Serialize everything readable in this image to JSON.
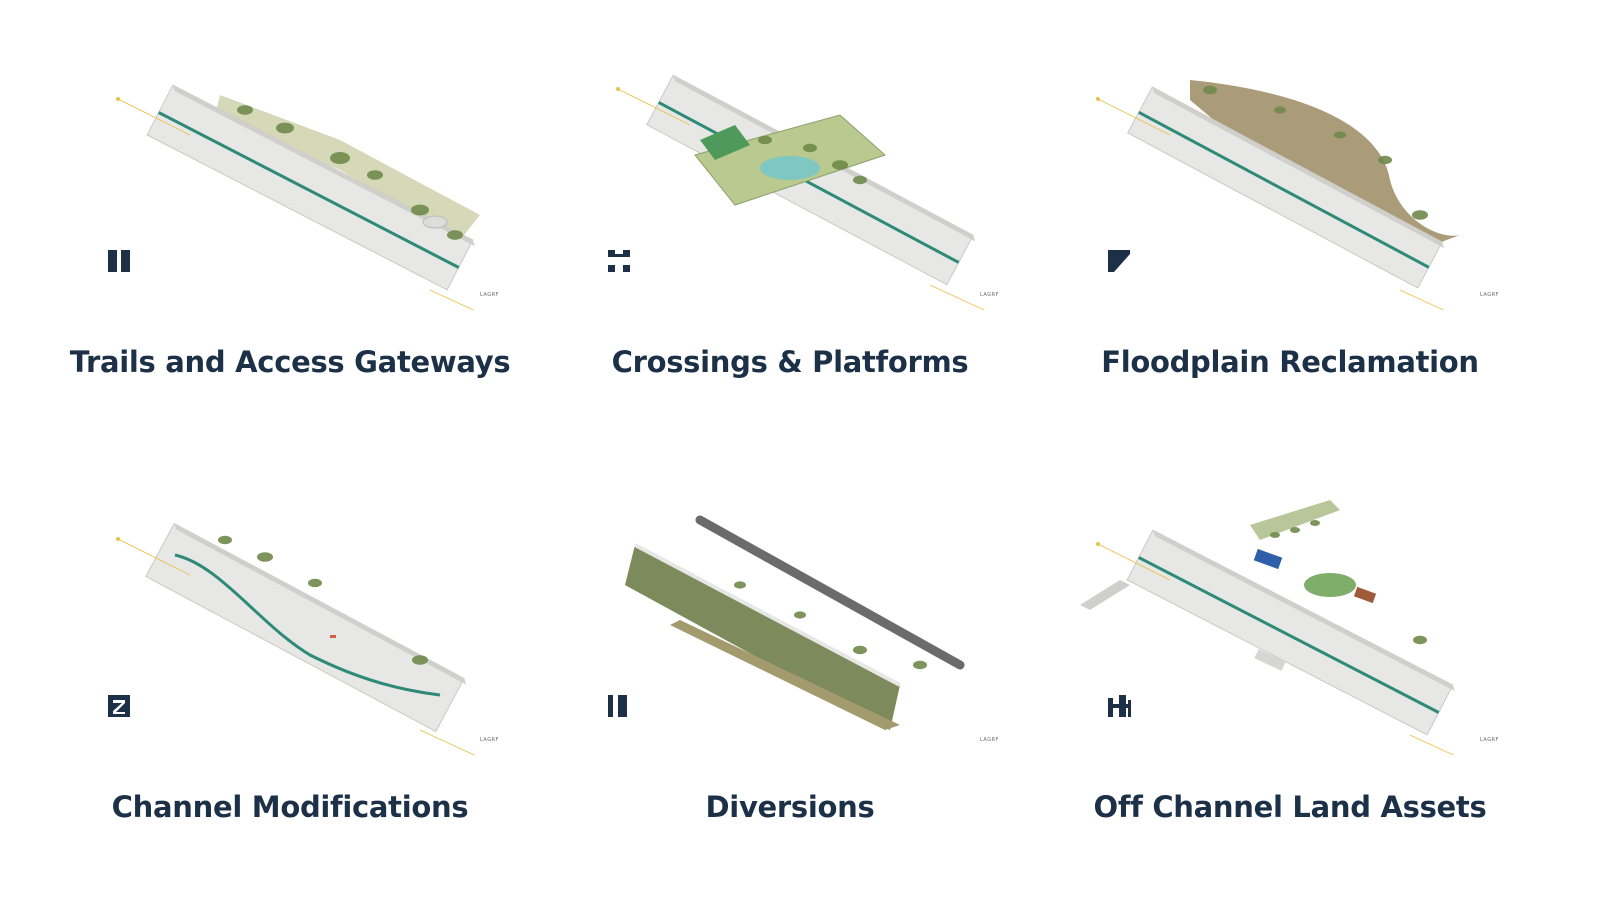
{
  "colors": {
    "title": "#1c3147",
    "concrete": "#e7e7e5",
    "channel": "#2e8a78",
    "vegetation": "#6f8a4a",
    "water": "#7fc8c2",
    "meadow": "#9b8a62",
    "annotation": "#e8c24a"
  },
  "panels": [
    {
      "title": "Trails and Access Gateways",
      "icon": "pause-bars-icon",
      "logo": "LAGRF"
    },
    {
      "title": "Crossings & Platforms",
      "icon": "corner-frame-icon",
      "logo": "LAGRF"
    },
    {
      "title": "Floodplain Reclamation",
      "icon": "slant-corner-icon",
      "logo": "LAGRF"
    },
    {
      "title": "Channel Modifications",
      "icon": "z-square-icon",
      "logo": "LAGRF"
    },
    {
      "title": "Diversions",
      "icon": "split-bars-icon",
      "logo": "LAGRF"
    },
    {
      "title": "Off Channel Land Assets",
      "icon": "branch-bars-icon",
      "logo": "LAGRF"
    }
  ]
}
